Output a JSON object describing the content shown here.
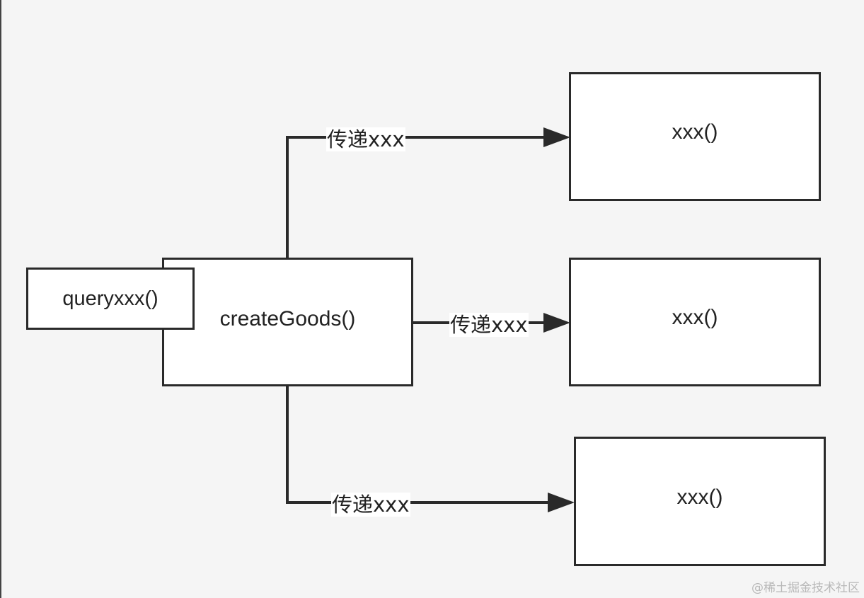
{
  "nodes": {
    "center": {
      "label": "createGoods()"
    },
    "query": {
      "label": "queryxxx()"
    },
    "top_target": {
      "label": "xxx()"
    },
    "middle_target": {
      "label": "xxx()"
    },
    "bottom_target": {
      "label": "xxx()"
    }
  },
  "edges": {
    "top": {
      "label": "传递xxx"
    },
    "middle": {
      "label": "传递xxx"
    },
    "bottom": {
      "label": "传递xxx"
    }
  },
  "watermark": "@稀土掘金技术社区",
  "colors": {
    "background": "#f5f5f5",
    "stroke": "#2a2a2a",
    "node_fill": "#ffffff",
    "watermark": "#b8b8b8"
  }
}
